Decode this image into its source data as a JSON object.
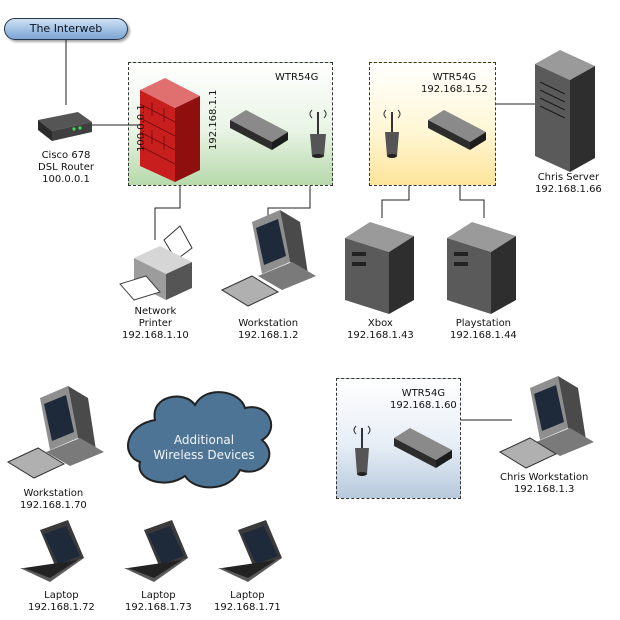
{
  "internet": "The Interweb",
  "router": {
    "line1": "Cisco 678",
    "line2": "DSL Router",
    "ip": "100.0.0.1"
  },
  "box1": {
    "title": "WTR54G",
    "wan_ip": "100.0.0.1",
    "lan_ip": "192.168.1.1"
  },
  "box2": {
    "title": "WTR54G",
    "ip": "192.168.1.52"
  },
  "box3": {
    "title": "WTR54G",
    "ip": "192.168.1.60"
  },
  "chris_server": {
    "name": "Chris Server",
    "ip": "192.168.1.66"
  },
  "printer": {
    "line1": "Network",
    "line2": "Printer",
    "ip": "192.168.1.10"
  },
  "workstation1": {
    "name": "Workstation",
    "ip": "192.168.1.2"
  },
  "xbox": {
    "name": "Xbox",
    "ip": "192.168.1.43"
  },
  "playstation": {
    "name": "Playstation",
    "ip": "192.168.1.44"
  },
  "cloud": {
    "line1": "Additional",
    "line2": "Wireless Devices"
  },
  "workstation2": {
    "name": "Workstation",
    "ip": "192.168.1.70"
  },
  "chris_workstation": {
    "name": "Chris Workstation",
    "ip": "192.168.1.3"
  },
  "laptops": [
    {
      "name": "Laptop",
      "ip": "192.168.1.72"
    },
    {
      "name": "Laptop",
      "ip": "192.168.1.73"
    },
    {
      "name": "Laptop",
      "ip": "192.168.1.71"
    }
  ]
}
